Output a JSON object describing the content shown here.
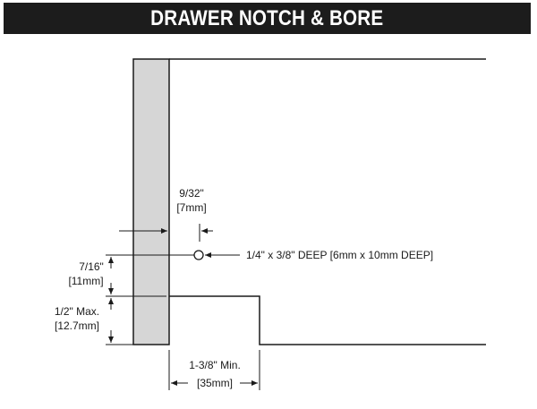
{
  "title": "DRAWER NOTCH & BORE",
  "colors": {
    "banner": "#1c1c1c",
    "banner_text": "#ffffff",
    "panel": "#d6d6d6",
    "line": "#1a1a1a"
  },
  "dimensions": {
    "hole_offset": {
      "imperial": "9/32\"",
      "metric": "[7mm]"
    },
    "bore": {
      "label": "1/4\" x 3/8\" DEEP [6mm x 10mm DEEP]"
    },
    "hole_height": {
      "imperial": "7/16\"",
      "metric": "[11mm]"
    },
    "notch_height": {
      "imperial": "1/2\" Max.",
      "metric": "[12.7mm]"
    },
    "notch_width": {
      "imperial": "1-3/8\" Min.",
      "metric": "[35mm]"
    }
  }
}
